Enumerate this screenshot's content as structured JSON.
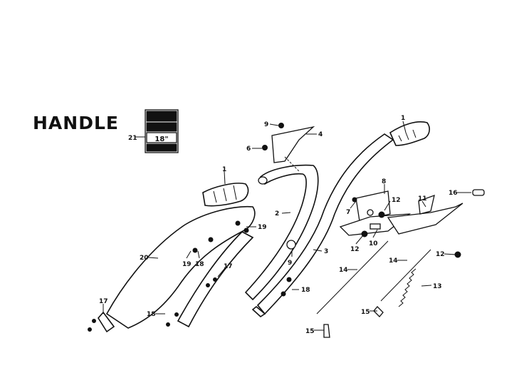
{
  "title": "HANDLE",
  "decal": {
    "callout": "21",
    "big_text": "18\""
  },
  "callouts": {
    "c1_top": "1",
    "c4": "4",
    "c9_top": "9",
    "c6": "6",
    "c1_grip": "1",
    "c2": "2",
    "c3": "3",
    "c9_mid": "9",
    "c19_right": "19",
    "c19_left": "19",
    "c18_a": "18",
    "c20": "20",
    "c17_mid": "17",
    "c18_mid": "18",
    "c17_left": "17",
    "c18_left": "18",
    "c8": "8",
    "c7": "7",
    "c12_a": "12",
    "c11": "11",
    "c16": "16",
    "c12_b": "12",
    "c10": "10",
    "c12_c": "12",
    "c14_left": "14",
    "c14_right": "14",
    "c13": "13",
    "c15_right": "15",
    "c15_left": "15"
  }
}
